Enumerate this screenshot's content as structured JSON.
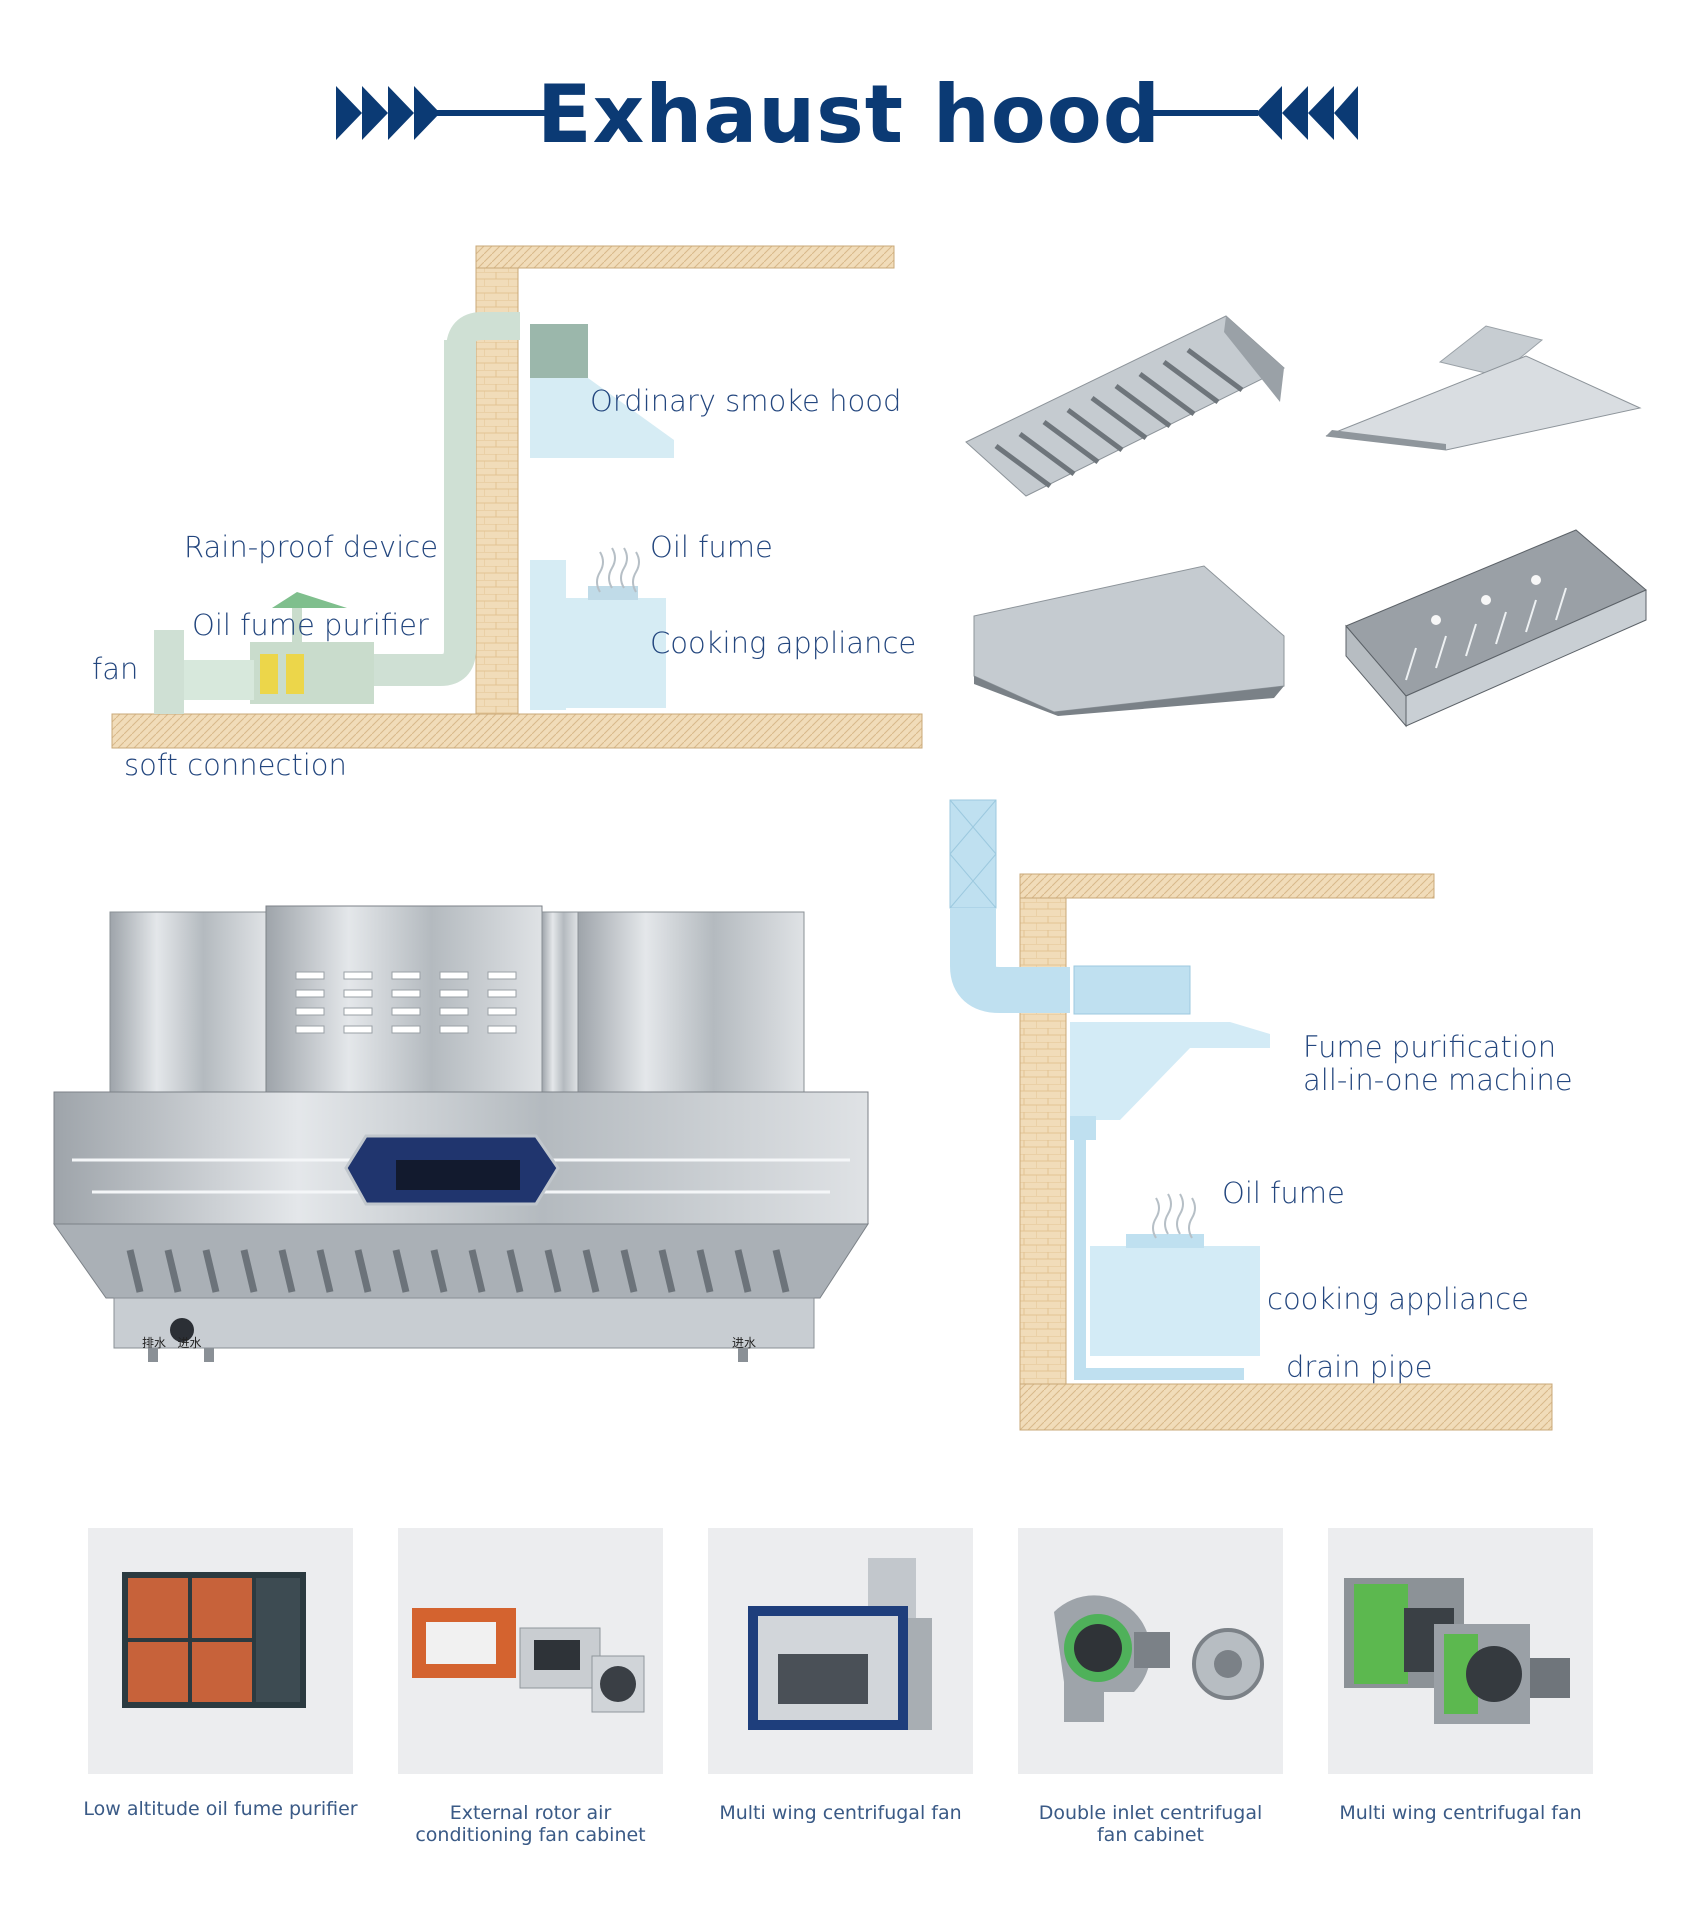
{
  "title": "Exhaust hood",
  "diagram1": {
    "labels": {
      "ordinary_smoke_hood": "Ordinary smoke hood",
      "rain_proof_device": "Rain-proof device",
      "oil_fume": "Oil fume",
      "oil_fume_purifier": "Oil fume purifier",
      "cooking_appliance": "Cooking appliance",
      "fan": "fan",
      "soft_connection": "soft connection"
    }
  },
  "diagram2": {
    "labels": {
      "fume_purification_line1": "Fume purification",
      "fume_purification_line2": "all-in-one machine",
      "oil_fume": "Oil fume",
      "cooking_appliance": "cooking appliance",
      "drain_pipe": "drain pipe"
    }
  },
  "hood_panel": {
    "left_marks": "排水   进水",
    "right_mark": "进水"
  },
  "products": [
    {
      "caption_line1": "Low altitude oil fume purifier",
      "caption_line2": ""
    },
    {
      "caption_line1": "External rotor air",
      "caption_line2": "conditioning fan cabinet"
    },
    {
      "caption_line1": "Multi wing centrifugal fan",
      "caption_line2": ""
    },
    {
      "caption_line1": "Double inlet centrifugal",
      "caption_line2": "fan cabinet"
    },
    {
      "caption_line1": "Multi wing centrifugal fan",
      "caption_line2": ""
    }
  ],
  "colors": {
    "title": "#0b3a74",
    "label": "#23467e",
    "wall": "#f0dcbc",
    "duct": "#cfe6f2",
    "steel": "#b9bec4",
    "card_bg": "#ecedef"
  }
}
